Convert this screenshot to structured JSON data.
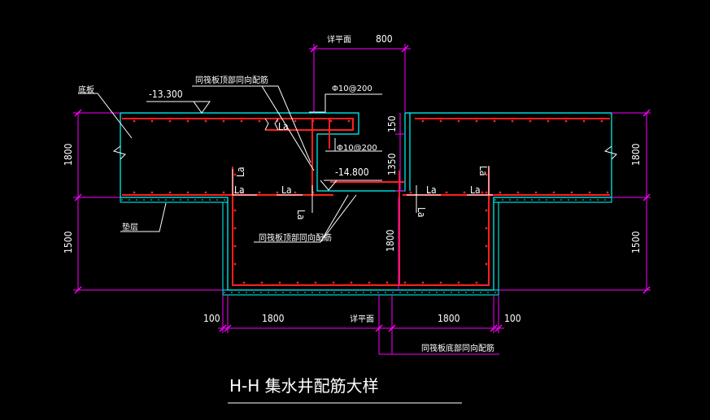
{
  "title": "H-H  集水井配筋大样",
  "colors": {
    "background": "#000000",
    "outline": "#00ffff",
    "rebar": "#ff2020",
    "dimension": "#ff00ff",
    "text": "#ffffff",
    "leader": "#ffffff"
  },
  "labels": {
    "floor_slab": "底板",
    "cushion": "垫层",
    "elev_top": "-13.300",
    "elev_pit": "-14.800",
    "note_top": "同筏板顶部同向配筋",
    "note_mid": "同筏板顶部同向配筋",
    "note_bottom": "同筏板底部同向配筋",
    "rebar_1": "Φ10@200",
    "rebar_2": "Φ10@200",
    "see_plan_top": "详平面",
    "see_plan_bottom": "详平面",
    "la": "La"
  },
  "dims": {
    "top_800": "800",
    "left_1800": "1800",
    "left_1500": "1500",
    "right_1800": "1800",
    "right_1500": "1500",
    "d150": "150",
    "d1350": "1350",
    "d1800_center": "1800",
    "bottom_100_left": "100",
    "bottom_1800_left": "1800",
    "bottom_1800_right": "1800",
    "bottom_100_right": "100"
  }
}
